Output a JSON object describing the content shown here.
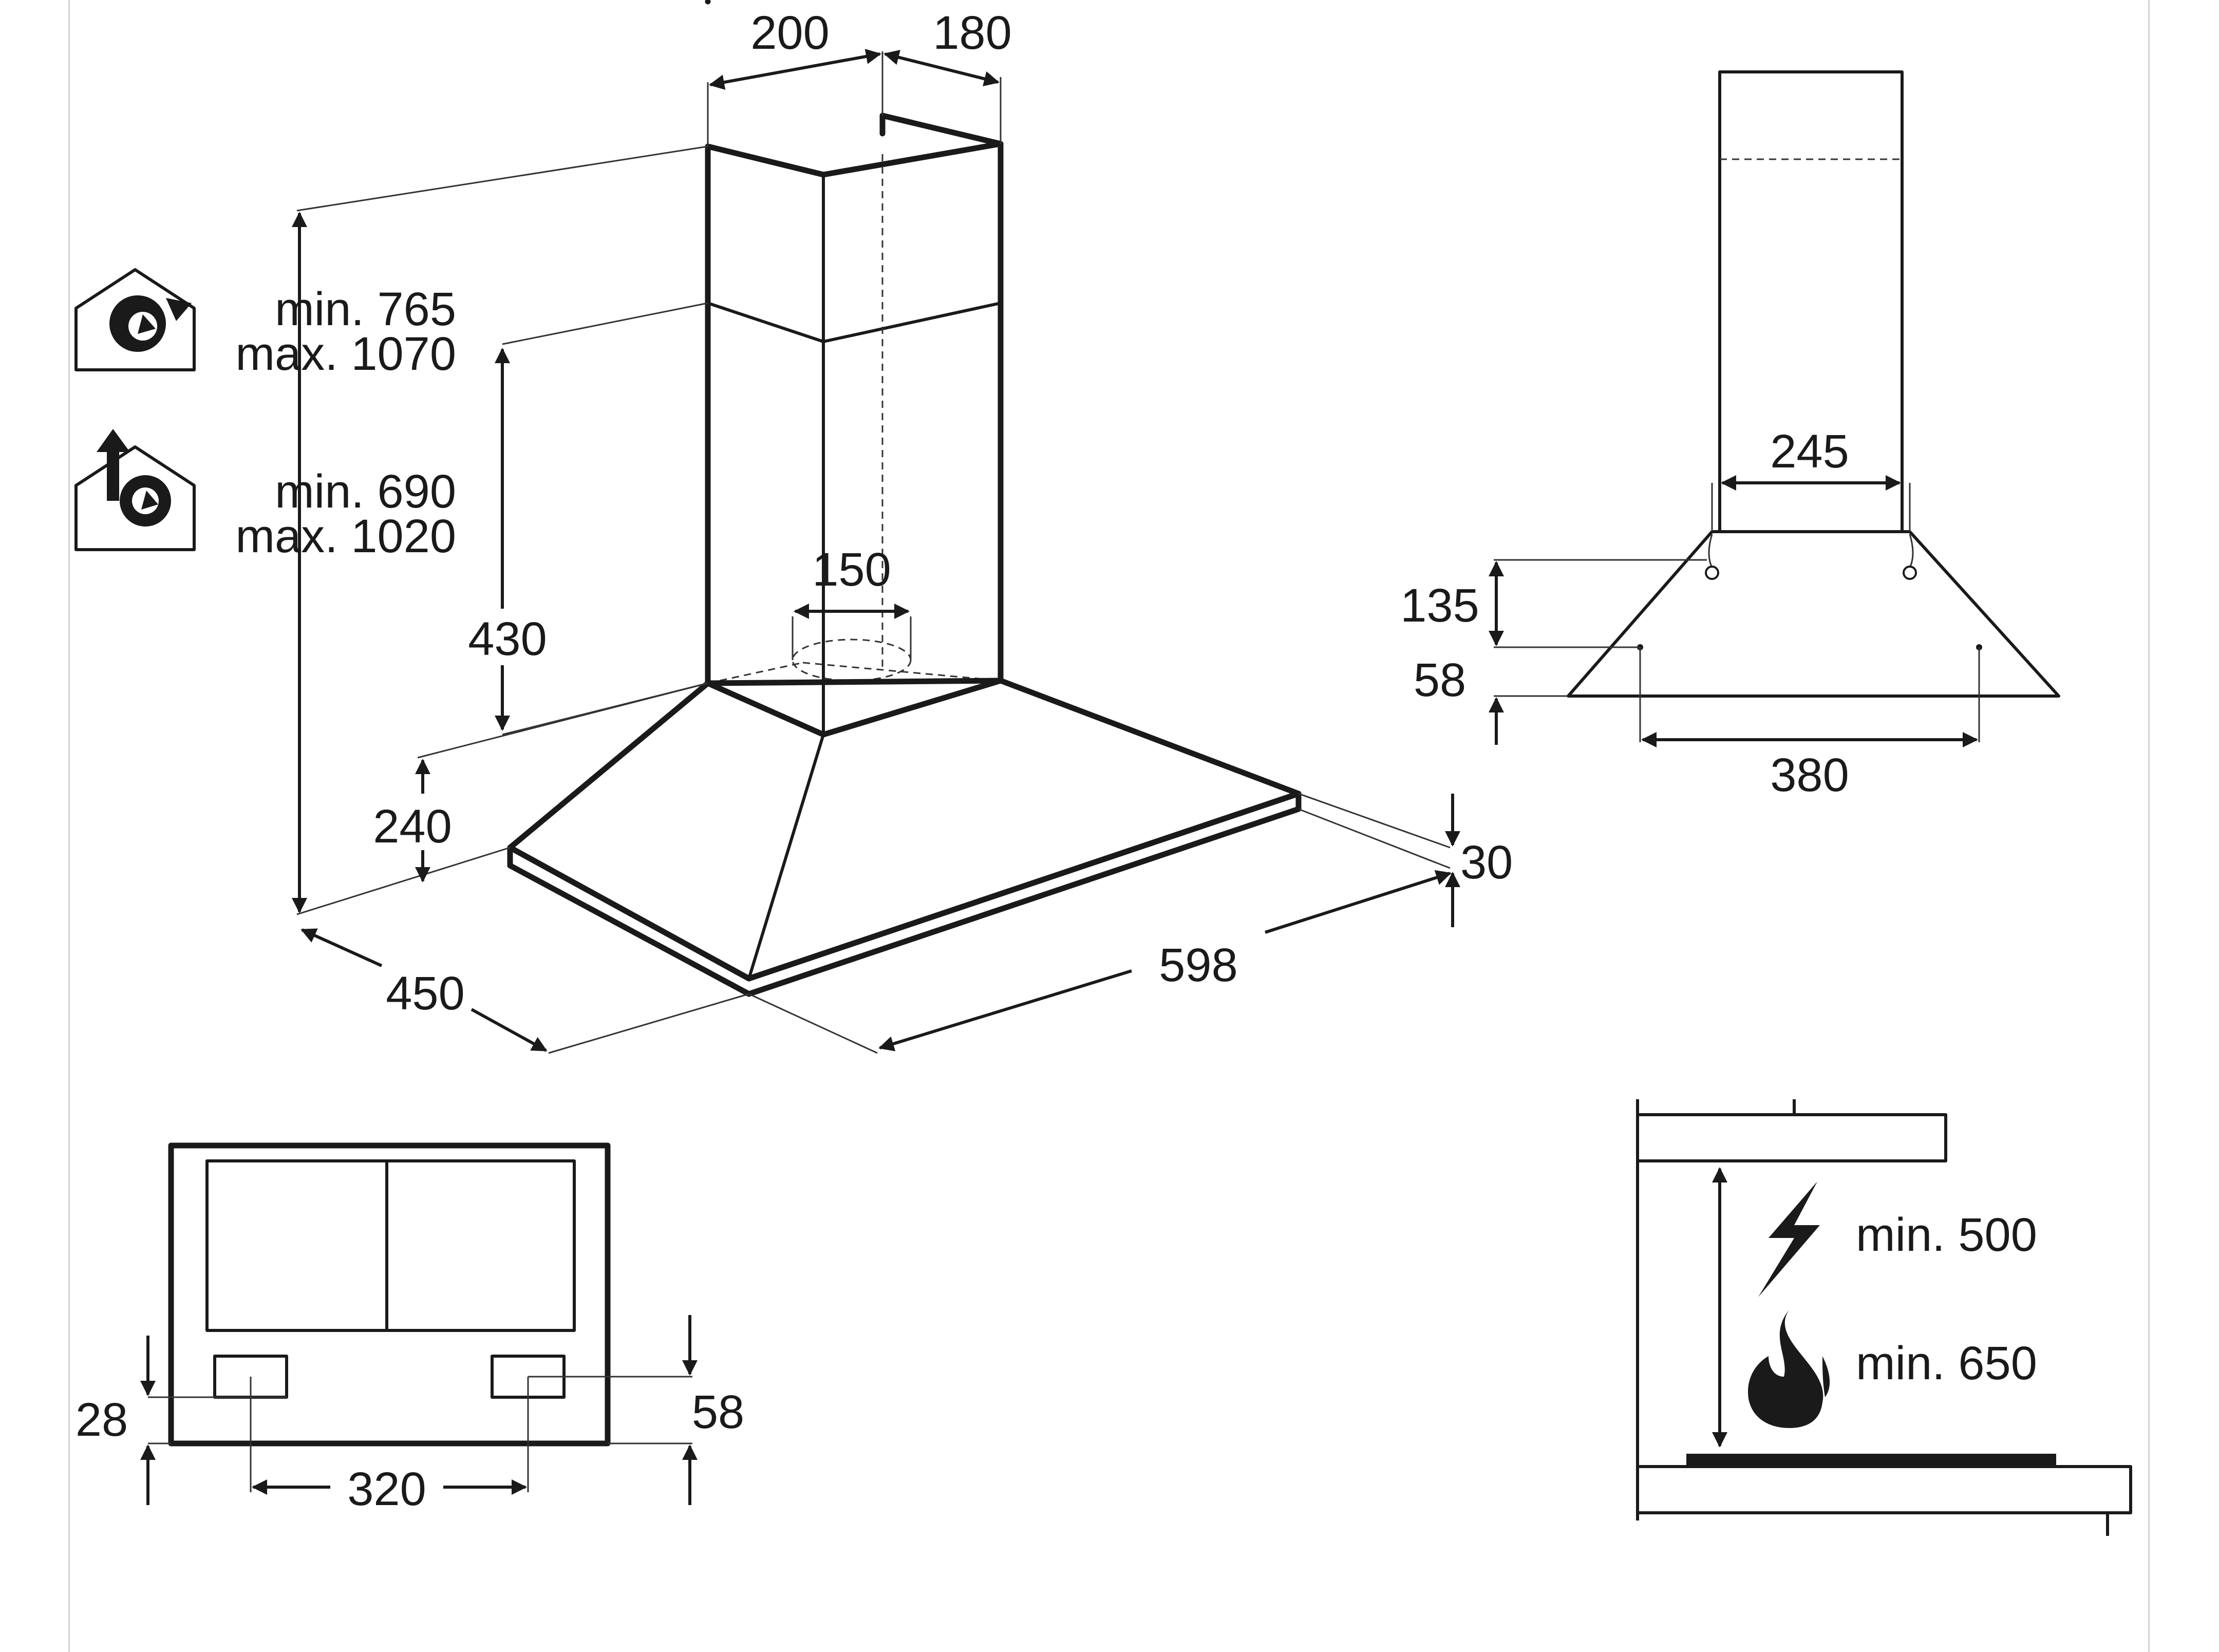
{
  "main_view": {
    "width_top": "200",
    "depth_top": "180",
    "recirc_range_min": "min. 765",
    "recirc_range_max": "max. 1070",
    "extract_range_min": "min. 690",
    "extract_range_max": "max. 1020",
    "upper_chimney": "430",
    "outlet_diameter": "150",
    "canopy_height": "240",
    "edge_thickness": "30",
    "depth": "450",
    "width": "598"
  },
  "side_view": {
    "chimney_width": "245",
    "bracket_height": "135",
    "bottom_offset": "58",
    "hole_spacing": "380"
  },
  "bottom_view": {
    "left_offset": "28",
    "right_offset": "58",
    "spacing": "320"
  },
  "clearance": {
    "electric_min": "min. 500",
    "gas_min": "min. 650"
  },
  "icons": [
    "recirculation-mode-icon",
    "extraction-mode-icon",
    "electric-hob-icon",
    "gas-flame-icon"
  ]
}
